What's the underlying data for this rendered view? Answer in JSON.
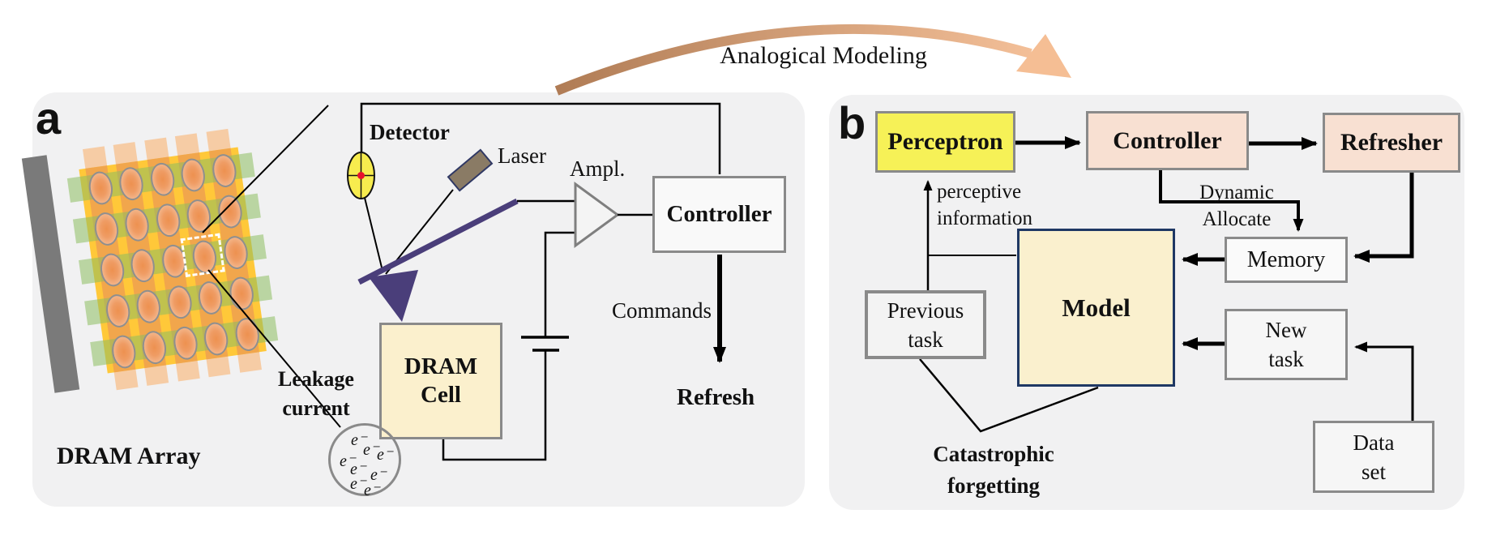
{
  "header": {
    "analogical_label": "Analogical Modeling"
  },
  "colors": {
    "panel_bg": "#f1f1f2",
    "arrow_gradient_start": "#b07c55",
    "arrow_gradient_end": "#f6c29b",
    "perceptron_fill": "#f6f157",
    "peach_fill": "#f8e0d2",
    "cream_fill": "#fbf0cd",
    "model_border": "#1f3864",
    "cantilever": "#4a3e7a",
    "detector_fill": "#f7ec4e",
    "laser_fill": "#8a7b65",
    "red_dot": "#e8112d",
    "box_border": "#8a8a8a"
  },
  "panel_a": {
    "label": "a",
    "dram_array_label": "DRAM Array",
    "detector_label": "Detector",
    "laser_label": "Laser",
    "ampl_label": "Ampl.",
    "controller_label": "Controller",
    "commands_label": "Commands",
    "refresh_label": "Refresh",
    "dram_cell_line1": "DRAM",
    "dram_cell_line2": "Cell",
    "leakage_line1": "Leakage",
    "leakage_line2": "current",
    "electrons": [
      "e⁻",
      "e⁻",
      "e⁻",
      "e⁻",
      "e⁻",
      "e⁻",
      "e⁻",
      "e⁻"
    ]
  },
  "panel_b": {
    "label": "b",
    "perceptron_label": "Perceptron",
    "controller_label": "Controller",
    "refresher_label": "Refresher",
    "perceptive_line1": "perceptive",
    "perceptive_line2": "information",
    "dynamic_line1": "Dynamic",
    "dynamic_line2": "Allocate",
    "memory_label": "Memory",
    "model_label": "Model",
    "previous_task_line1": "Previous",
    "previous_task_line2": "task",
    "new_task_line1": "New",
    "new_task_line2": "task",
    "data_set_line1": "Data",
    "data_set_line2": "set",
    "catastrophic_line1": "Catastrophic",
    "catastrophic_line2": "forgetting"
  }
}
